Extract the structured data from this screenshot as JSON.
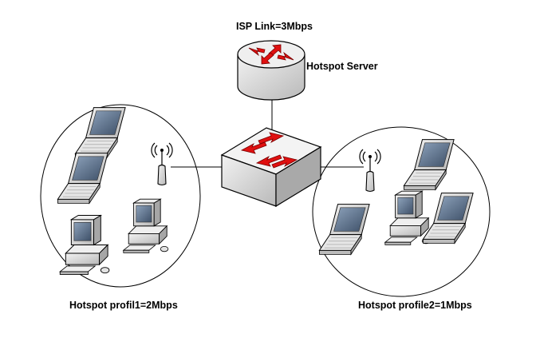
{
  "labels": {
    "isp_link": "ISP Link=3Mbps",
    "hotspot_server": "Hotspot Server",
    "network_left": "Hotspot profil1=2Mbps",
    "network_right": "Hotspot profile2=1Mbps"
  },
  "nodes": {
    "router": "router-icon",
    "switch": "switch-icon",
    "access_point": "wireless-access-point-icon",
    "laptop": "laptop-icon",
    "desktop": "desktop-computer-icon"
  },
  "colors": {
    "arrow": "#e01010",
    "device_gray": "#d0d0d0",
    "screen_blue": "#5a6f87",
    "outline": "#000000"
  }
}
